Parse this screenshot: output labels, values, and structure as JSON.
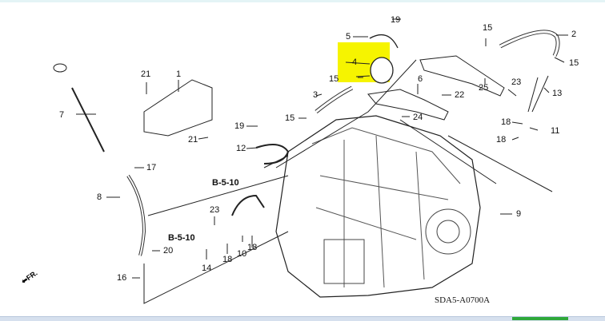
{
  "diagram": {
    "code": "SDA5-A0700A",
    "front_marker": "FR.",
    "references": [
      "B-5-10",
      "B-5-10"
    ],
    "highlighted_part": "4",
    "highlight_color": "#f6f400",
    "labels": [
      {
        "id": "19a",
        "text": "19"
      },
      {
        "id": "5",
        "text": "5"
      },
      {
        "id": "4",
        "text": "4"
      },
      {
        "id": "15a",
        "text": "15"
      },
      {
        "id": "15b",
        "text": "15"
      },
      {
        "id": "2",
        "text": "2"
      },
      {
        "id": "15c",
        "text": "15"
      },
      {
        "id": "6",
        "text": "6"
      },
      {
        "id": "25",
        "text": "25"
      },
      {
        "id": "23a",
        "text": "23"
      },
      {
        "id": "22",
        "text": "22"
      },
      {
        "id": "13",
        "text": "13"
      },
      {
        "id": "24",
        "text": "24"
      },
      {
        "id": "18a",
        "text": "18"
      },
      {
        "id": "11",
        "text": "11"
      },
      {
        "id": "18b",
        "text": "18"
      },
      {
        "id": "3",
        "text": "3"
      },
      {
        "id": "15d",
        "text": "15"
      },
      {
        "id": "1",
        "text": "1"
      },
      {
        "id": "21a",
        "text": "21"
      },
      {
        "id": "21b",
        "text": "21"
      },
      {
        "id": "7",
        "text": "7"
      },
      {
        "id": "19b",
        "text": "19"
      },
      {
        "id": "12",
        "text": "12"
      },
      {
        "id": "17",
        "text": "17"
      },
      {
        "id": "8",
        "text": "8"
      },
      {
        "id": "23b",
        "text": "23"
      },
      {
        "id": "20",
        "text": "20"
      },
      {
        "id": "16",
        "text": "16"
      },
      {
        "id": "14",
        "text": "14"
      },
      {
        "id": "18c",
        "text": "18"
      },
      {
        "id": "10",
        "text": "10"
      },
      {
        "id": "18d",
        "text": "18"
      },
      {
        "id": "9",
        "text": "9"
      }
    ]
  }
}
